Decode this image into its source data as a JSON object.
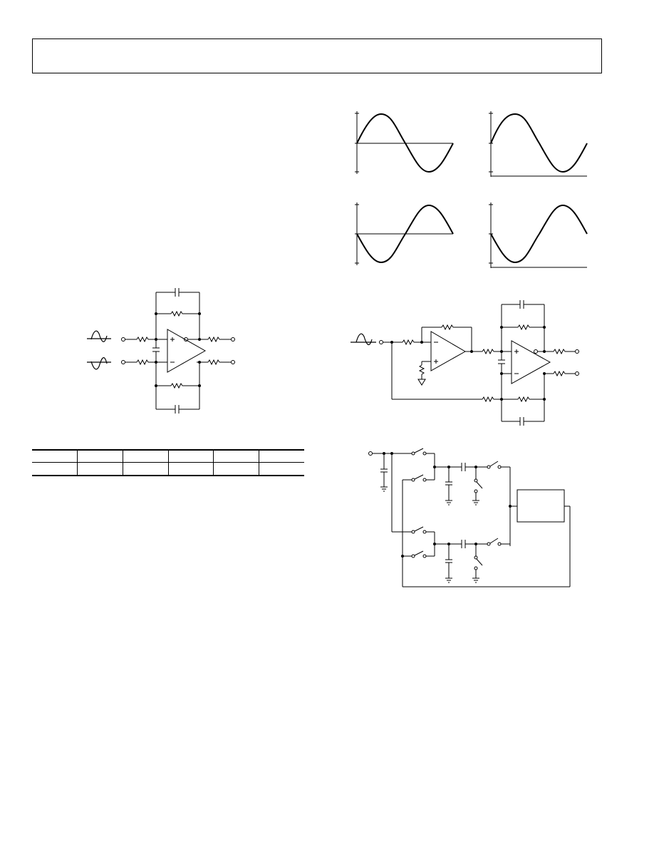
{
  "page": {
    "header_box": "",
    "figures": [
      {
        "id": "waveform-grid",
        "panels": 4
      },
      {
        "id": "differential-amplifier-circuit"
      },
      {
        "id": "single-ended-to-differential-circuit"
      },
      {
        "id": "switched-capacitor-circuit",
        "boxes": [
          {
            "label": ""
          }
        ]
      }
    ],
    "table": {
      "columns": 6,
      "rows": [
        [
          "",
          "",
          "",
          "",
          "",
          ""
        ]
      ]
    }
  }
}
